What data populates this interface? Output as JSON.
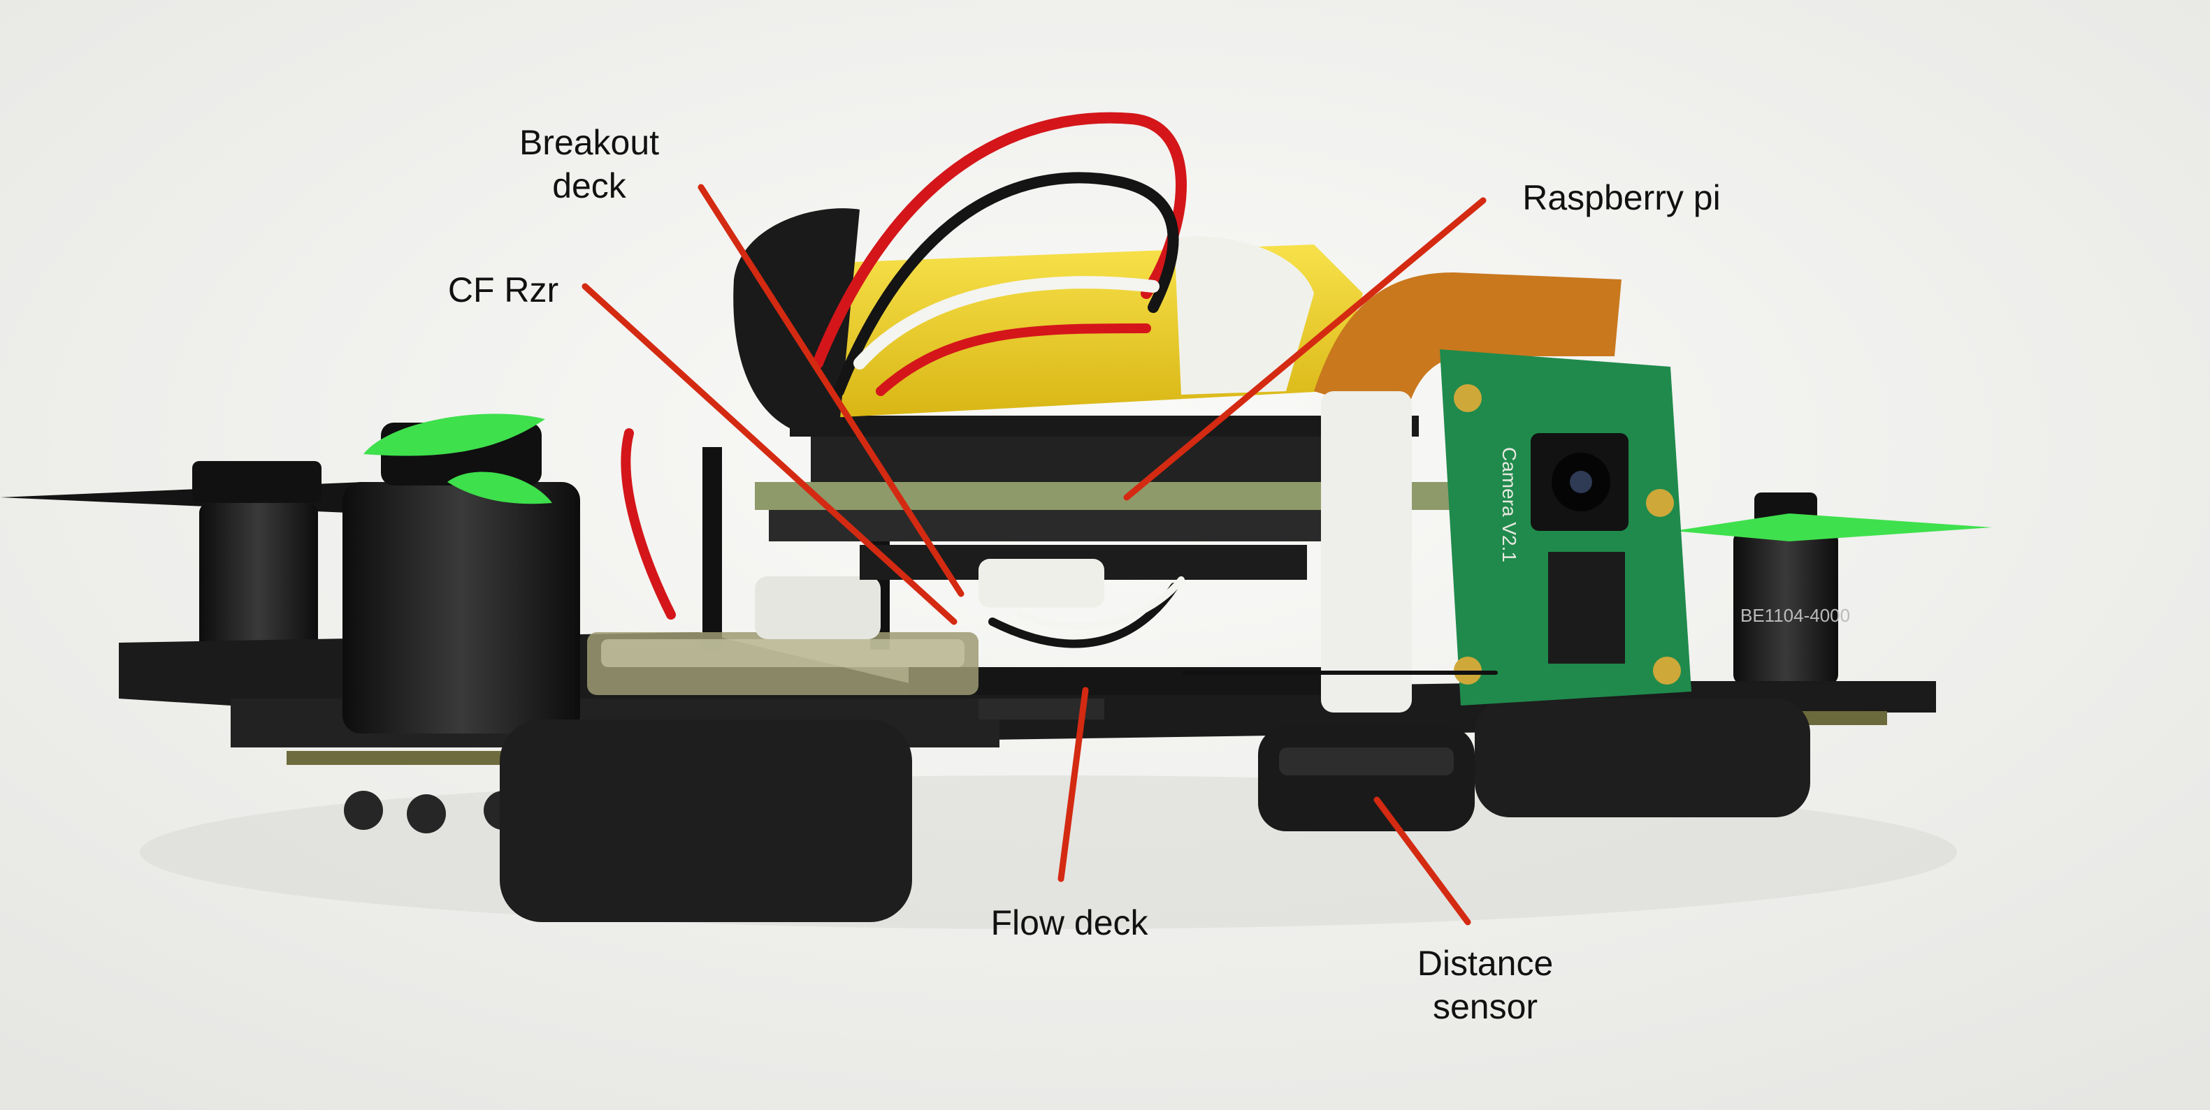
{
  "labels": {
    "breakout_deck": [
      "Breakout",
      "deck"
    ],
    "cf_rzr": "CF Rzr",
    "raspberry_pi": "Raspberry pi",
    "flow_deck": "Flow deck",
    "distance_sensor": [
      "Distance",
      "sensor"
    ]
  },
  "printed_text": {
    "camera_board": "Camera V2.1",
    "motor_right": "BE1104-4000"
  },
  "colors": {
    "background": "#f4f4f2",
    "leader_line": "#d42a12",
    "frame": "#1c1c1c",
    "pcb_green": "#1f8a4c",
    "propeller_green": "#39e04a",
    "battery_yellow": "#f2d21c"
  }
}
